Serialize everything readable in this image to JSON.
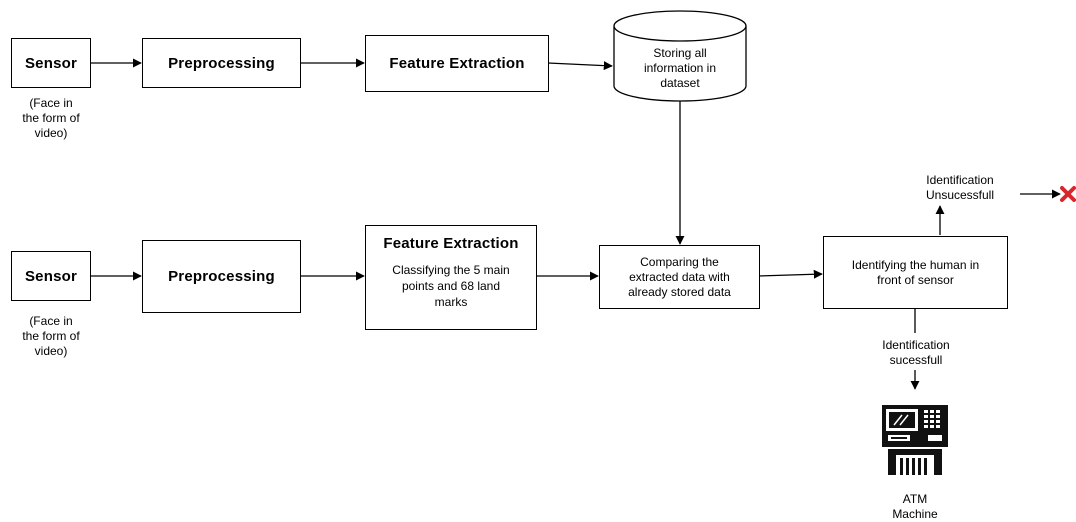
{
  "row1": {
    "sensor": "Sensor",
    "sensor_note": [
      "(Face in",
      "the form of",
      "video)"
    ],
    "preprocessing": "Preprocessing",
    "feature_extraction": "Feature Extraction",
    "database": [
      "Storing all",
      "information in",
      "dataset"
    ]
  },
  "row2": {
    "sensor": "Sensor",
    "sensor_note": [
      "(Face in",
      "the form of",
      "video)"
    ],
    "preprocessing": "Preprocessing",
    "feature_extraction_title": "Feature Extraction",
    "feature_extraction_desc": [
      "Classifying the 5 main",
      "points and 68 land",
      "marks"
    ],
    "compare": [
      "Comparing the",
      "extracted data with",
      "already stored data"
    ],
    "identify": [
      "Identifying the human in",
      "front of sensor"
    ]
  },
  "outcomes": {
    "fail": [
      "Identification",
      "Unsucessfull"
    ],
    "success": [
      "Identification",
      "sucessfull"
    ],
    "atm": [
      "ATM",
      "Machine"
    ]
  },
  "colors": {
    "stroke": "#000000",
    "fail_mark": "#d9262c"
  },
  "icons": {
    "fail": "cross-icon",
    "atm": "atm-machine-icon"
  }
}
